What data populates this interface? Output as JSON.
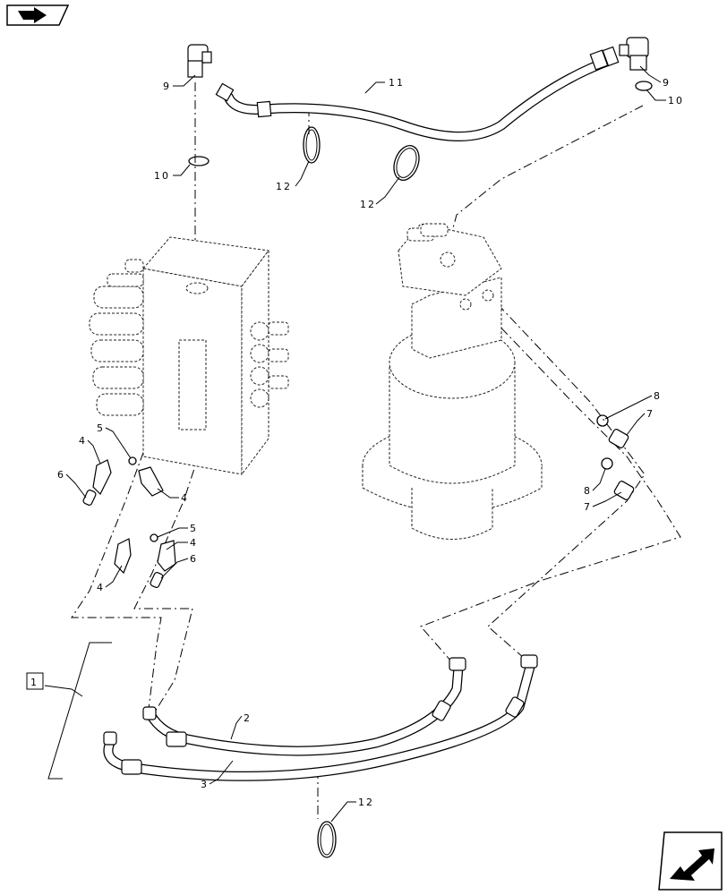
{
  "labels": {
    "l1": "1",
    "l2": "2",
    "l3": "3",
    "l4a": "4",
    "l4b": "4",
    "l4c": "4",
    "l4d": "4",
    "l5a": "5",
    "l5b": "5",
    "l6a": "6",
    "l6b": "6",
    "l7a": "7",
    "l7b": "7",
    "l8a": "8",
    "l8b": "8",
    "l9a": "9",
    "l9b": "9",
    "l10a": "10",
    "l10b": "10",
    "l11": "11",
    "l12a": "12",
    "l12b": "12",
    "l12c": "12"
  },
  "icons": {
    "top_left": "back-arrow-icon",
    "bottom_right": "next-page-arrow-icon"
  }
}
